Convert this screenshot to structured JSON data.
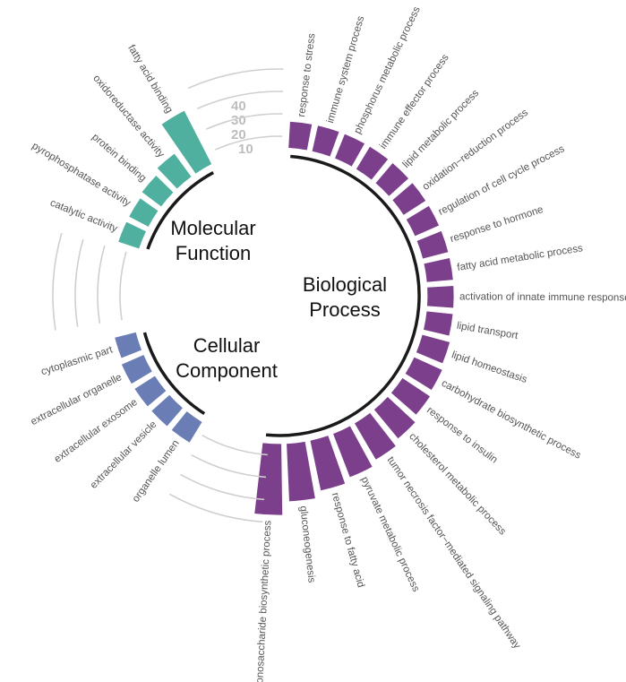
{
  "chart_data": {
    "type": "bar",
    "layout": "circular",
    "scale_ticks": [
      10,
      20,
      30,
      40
    ],
    "groups": [
      {
        "name": "Biological Process",
        "title_lines": [
          "Biological",
          "Process"
        ],
        "color": "#7b3f8c",
        "categories": [
          "response to stress",
          "immune system process",
          "phosphorus metabolic process",
          "immune effector process",
          "lipid metabolic process",
          "oxidation−reduction process",
          "regulation of cell cycle process",
          "response to hormone",
          "fatty acid metabolic process",
          "activation of innate immune response",
          "lipid transport",
          "lipid homeostasis",
          "carbohydrate biosynthetic process",
          "response to insulin",
          "cholesterol metabolic process",
          "tumor necrosis factor−mediated signaling pathway",
          "pyruvate metabolic process",
          "response to fatty acid",
          "gluconeogenesis",
          "monosaccharide biosynthetic process"
        ],
        "values": [
          12,
          12,
          12,
          12,
          12,
          12,
          12,
          12,
          12,
          12,
          12,
          13,
          14,
          15,
          17,
          19,
          21,
          23,
          26,
          32
        ]
      },
      {
        "name": "Cellular Component",
        "title_lines": [
          "Cellular",
          "Component"
        ],
        "color": "#6a7db5",
        "categories": [
          "organelle lumen",
          "extracellular vesicle",
          "extracellular exosome",
          "extracellular organelle",
          "cytoplasmic part"
        ],
        "values": [
          11,
          11,
          11,
          11,
          10
        ]
      },
      {
        "name": "Molecular Function",
        "title_lines": [
          "Molecular",
          "Function"
        ],
        "color": "#4fb0a0",
        "categories": [
          "catalytic activity",
          "pyrophosphatase activity",
          "protein binding",
          "oxidoreductase activity",
          "fatty acid binding"
        ],
        "values": [
          10,
          10,
          11,
          13,
          27
        ]
      }
    ]
  }
}
